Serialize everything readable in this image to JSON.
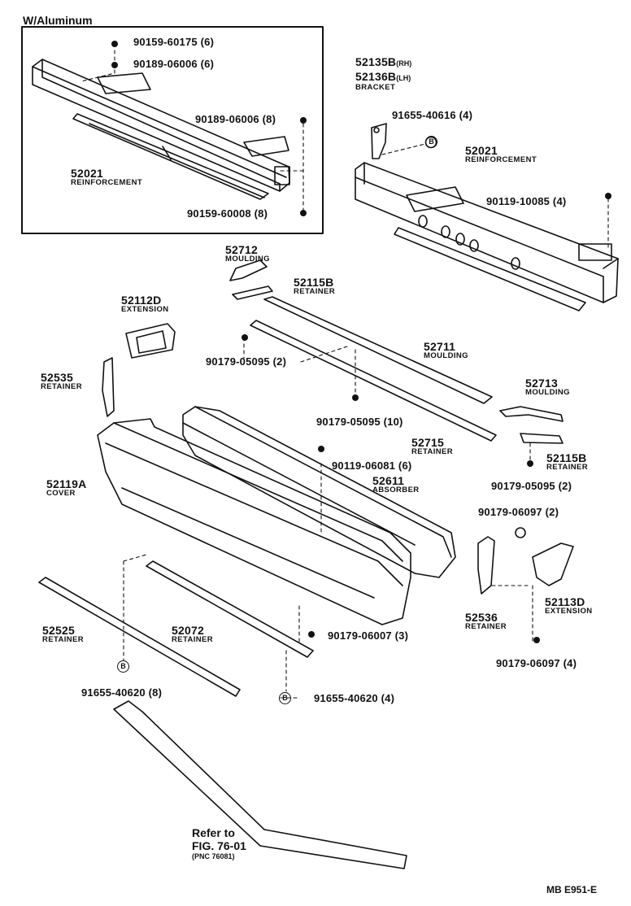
{
  "inset_title": "W/Aluminum",
  "figure_code": "MB E951-E",
  "parts": [
    {
      "id": "p_52021a",
      "number": "52021",
      "name": "REINFORCEMENT"
    },
    {
      "id": "p_52135b",
      "number": "52135B",
      "suffix": "(RH)",
      "name": ""
    },
    {
      "id": "p_52136b",
      "number": "52136B",
      "suffix": "(LH)",
      "name": "BRACKET"
    },
    {
      "id": "p_52021b",
      "number": "52021",
      "name": "REINFORCEMENT"
    },
    {
      "id": "p_52712",
      "number": "52712",
      "name": "MOULDING"
    },
    {
      "id": "p_52115b_l",
      "number": "52115B",
      "name": "RETAINER"
    },
    {
      "id": "p_52112d",
      "number": "52112D",
      "name": "EXTENSION"
    },
    {
      "id": "p_52711",
      "number": "52711",
      "name": "MOULDING"
    },
    {
      "id": "p_52535",
      "number": "52535",
      "name": "RETAINER"
    },
    {
      "id": "p_52713",
      "number": "52713",
      "name": "MOULDING"
    },
    {
      "id": "p_52715",
      "number": "52715",
      "name": "RETAINER"
    },
    {
      "id": "p_52115b_r",
      "number": "52115B",
      "name": "RETAINER"
    },
    {
      "id": "p_52119a",
      "number": "52119A",
      "name": "COVER"
    },
    {
      "id": "p_52611",
      "number": "52611",
      "name": "ABSORBER"
    },
    {
      "id": "p_52113d",
      "number": "52113D",
      "name": "EXTENSION"
    },
    {
      "id": "p_52536",
      "number": "52536",
      "name": "RETAINER"
    },
    {
      "id": "p_52525",
      "number": "52525",
      "name": "RETAINER"
    },
    {
      "id": "p_52072",
      "number": "52072",
      "name": "RETAINER"
    }
  ],
  "fasteners": [
    {
      "id": "f1",
      "text": "90159-60175 (6)"
    },
    {
      "id": "f2",
      "text": "90189-06006 (6)"
    },
    {
      "id": "f3",
      "text": "90189-06006 (8)"
    },
    {
      "id": "f4",
      "text": "90159-60008 (8)"
    },
    {
      "id": "f5",
      "text": "91655-40616 (4)"
    },
    {
      "id": "f6",
      "text": "90119-10085 (4)"
    },
    {
      "id": "f7",
      "text": "90179-05095 (2)"
    },
    {
      "id": "f8",
      "text": "90179-05095 (10)"
    },
    {
      "id": "f9",
      "text": "90119-06081 (6)"
    },
    {
      "id": "f10",
      "text": "90179-05095 (2)"
    },
    {
      "id": "f11",
      "text": "90179-06097 (2)"
    },
    {
      "id": "f12",
      "text": "90179-06007 (3)"
    },
    {
      "id": "f13",
      "text": "90179-06097 (4)"
    },
    {
      "id": "f14",
      "text": "91655-40620 (8)"
    },
    {
      "id": "f15",
      "text": "91655-40620 (4)"
    }
  ],
  "callout_marker": "B",
  "refer": {
    "line1": "Refer to",
    "line2": "FIG. 76-01",
    "line3": "(PNC 76081)"
  }
}
